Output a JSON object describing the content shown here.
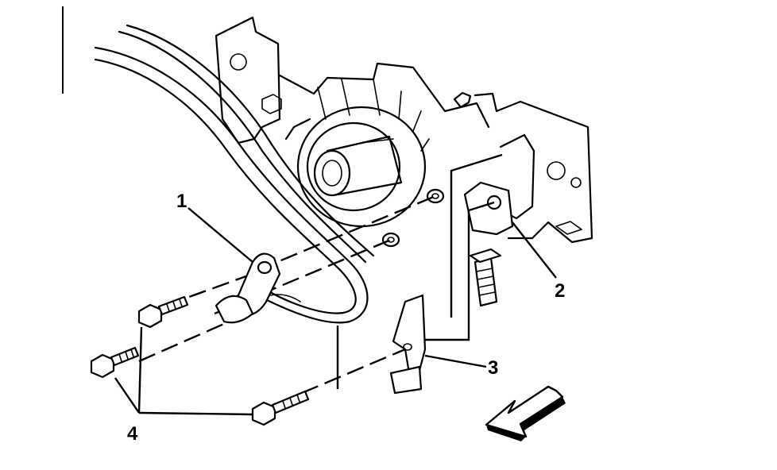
{
  "callouts": [
    {
      "id": "1",
      "text": "1"
    },
    {
      "id": "2",
      "text": "2"
    },
    {
      "id": "3",
      "text": "3"
    },
    {
      "id": "4",
      "text": "4"
    }
  ],
  "colors": {
    "ink": "#000000",
    "paper": "#ffffff"
  },
  "icons": [
    "direction-arrow-icon"
  ]
}
